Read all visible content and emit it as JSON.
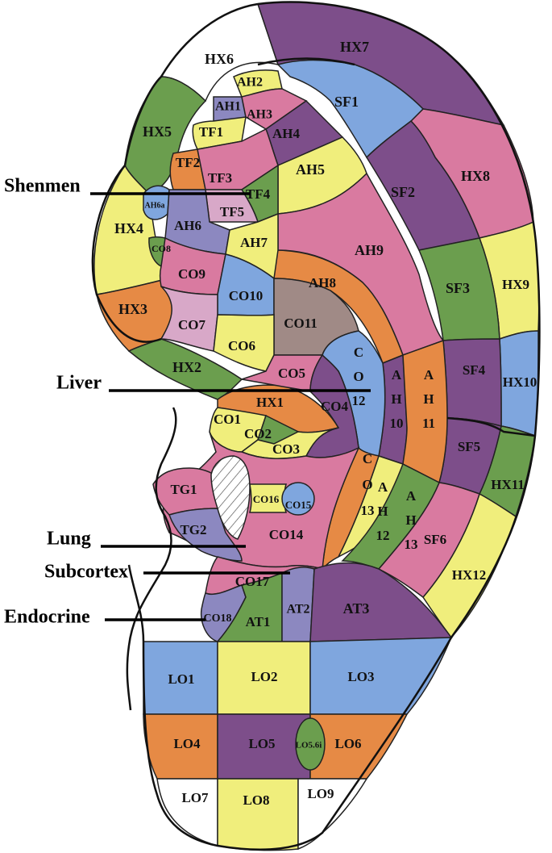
{
  "colors": {
    "purple": "#7d4e8a",
    "pink": "#d97aa0",
    "blue": "#7fa6de",
    "yellow": "#f0ee7c",
    "green": "#6b9e4e",
    "orange": "#e68a45",
    "lavender": "#8c88c0",
    "lightpink": "#d8a8c8",
    "taupe": "#a08a86",
    "white": "#ffffff"
  },
  "zones": {
    "HX6": "HX6",
    "HX7": "HX7",
    "AH2": "AH2",
    "AH1": "AH1",
    "AH3": "AH3",
    "SF1": "SF1",
    "HX5": "HX5",
    "TF1": "TF1",
    "AH4": "AH4",
    "TF2": "TF2",
    "AH5": "AH5",
    "TF3": "TF3",
    "HX8": "HX8",
    "SF2": "SF2",
    "TF4": "TF4",
    "AH6a": "AH6a",
    "TF5": "TF5",
    "HX4": "HX4",
    "AH6": "AH6",
    "CO8": "CO8",
    "AH7": "AH7",
    "AH9": "AH9",
    "CO9": "CO9",
    "AH8": "AH8",
    "SF3": "SF3",
    "HX9": "HX9",
    "CO10": "CO10",
    "HX3": "HX3",
    "CO7": "CO7",
    "CO11": "CO11",
    "CO6": "CO6",
    "HX2": "HX2",
    "CO5": "CO5",
    "SF4": "SF4",
    "HX10": "HX10",
    "HX1": "HX1",
    "CO4": "CO4",
    "CO1": "CO1",
    "CO2": "CO2",
    "CO3": "CO3",
    "SF5": "SF5",
    "HX11": "HX11",
    "TG1": "TG1",
    "CO16": "CO16",
    "CO15": "CO15",
    "TG2": "TG2",
    "CO14": "CO14",
    "SF6": "SF6",
    "HX12": "HX12",
    "CO17": "CO17",
    "CO18": "CO18",
    "AT1": "AT1",
    "AT2": "AT2",
    "AT3": "AT3",
    "LO1": "LO1",
    "LO2": "LO2",
    "LO3": "LO3",
    "LO4": "LO4",
    "LO5": "LO5",
    "LO56i": "LO5.6i",
    "LO6": "LO6",
    "LO7": "LO7",
    "LO8": "LO8",
    "LO9": "LO9"
  },
  "vertical": {
    "CO12": [
      "C",
      "O",
      "12"
    ],
    "AH10": [
      "A",
      "H",
      "10"
    ],
    "AH11": [
      "A",
      "H",
      "11"
    ],
    "CO13": [
      "C",
      "O",
      "13"
    ],
    "AH12": [
      "A",
      "H",
      "12"
    ],
    "AH13": [
      "A",
      "H",
      "13"
    ]
  },
  "points": {
    "shenmen": "Shenmen",
    "liver": "Liver",
    "lung": "Lung",
    "subcortex": "Subcortex",
    "endocrine": "Endocrine"
  }
}
